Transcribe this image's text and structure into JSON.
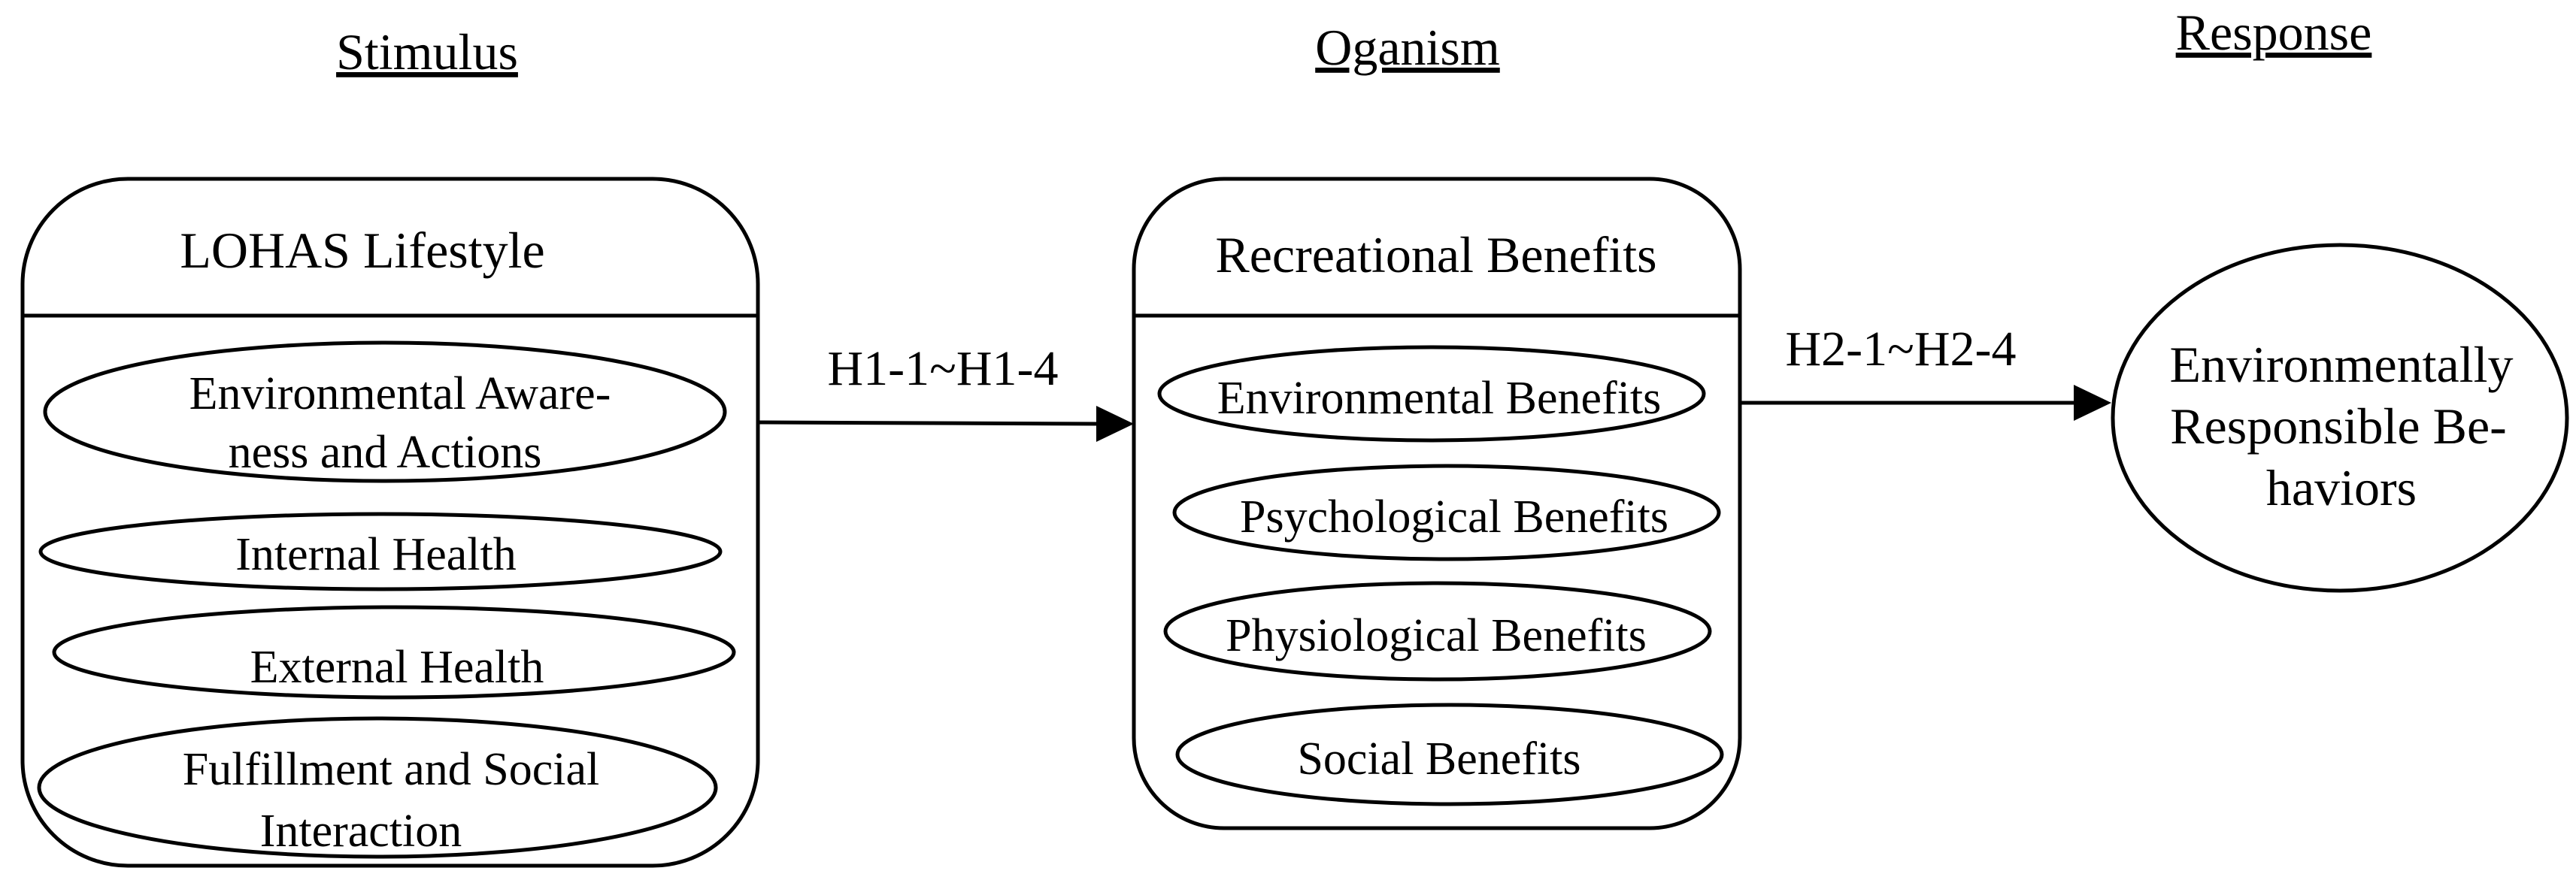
{
  "headings": {
    "stimulus": "Stimulus",
    "organism": "Oganism",
    "response": "Response"
  },
  "panels": {
    "lohas": {
      "title": "LOHAS Lifestyle",
      "items": [
        [
          "Environmental Aware-",
          "ness and Actions"
        ],
        [
          "Internal Health"
        ],
        [
          "External Health"
        ],
        [
          "Fulfillment and Social",
          "Interaction"
        ]
      ]
    },
    "recreational": {
      "title": "Recreational Benefits",
      "items": [
        [
          "Environmental Benefits"
        ],
        [
          "Psychological Benefits"
        ],
        [
          "Physiological Benefits"
        ],
        [
          "Social Benefits"
        ]
      ]
    }
  },
  "response_node": {
    "lines": [
      "Environmentally",
      "Responsible Be-",
      "haviors"
    ]
  },
  "edges": {
    "h1": "H1-1~H1-4",
    "h2": "H2-1~H2-4"
  }
}
